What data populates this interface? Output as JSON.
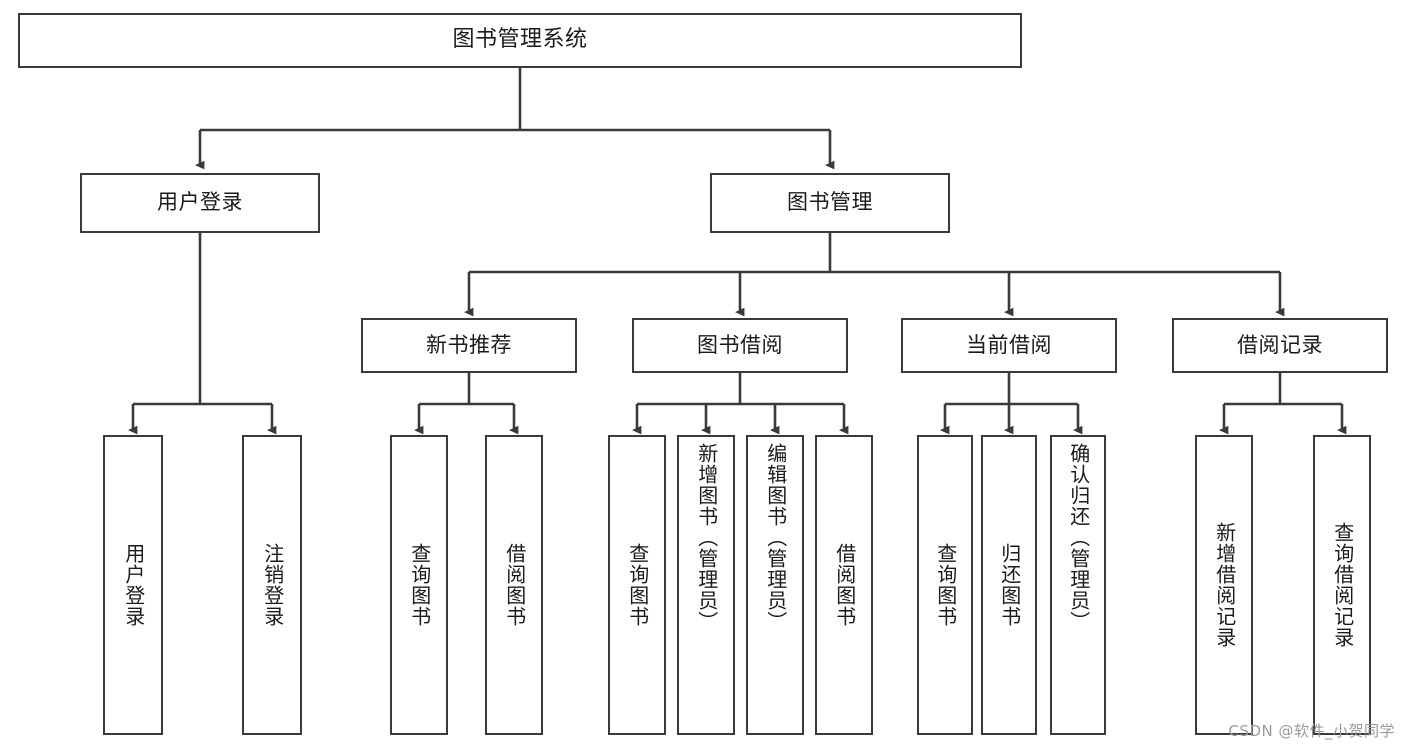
{
  "diagram": {
    "title": "图书管理系统",
    "type": "功能结构图",
    "line_color": "#3a3a3a",
    "box_fill": "#ffffff",
    "text_color": "#1b1b1b"
  },
  "nodes": {
    "root": {
      "label": "图书管理系统"
    },
    "level2": [
      {
        "label": "用户登录"
      },
      {
        "label": "图书管理"
      }
    ],
    "level3": [
      {
        "label": "新书推荐"
      },
      {
        "label": "图书借阅"
      },
      {
        "label": "当前借阅"
      },
      {
        "label": "借阅记录"
      }
    ],
    "leaves": {
      "user_login": [
        {
          "label": "用户登录"
        },
        {
          "label": "注销登录"
        }
      ],
      "new_book_recommend": [
        {
          "label": "查询图书"
        },
        {
          "label": "借阅图书"
        }
      ],
      "book_borrow": [
        {
          "label": "查询图书"
        },
        {
          "label": "新增图书（管理员）"
        },
        {
          "label": "编辑图书（管理员）"
        },
        {
          "label": "借阅图书"
        }
      ],
      "current_borrow": [
        {
          "label": "查询图书"
        },
        {
          "label": "归还图书"
        },
        {
          "label": "确认归还（管理员）"
        }
      ],
      "borrow_record": [
        {
          "label": "新增借阅记录"
        },
        {
          "label": "查询借阅记录"
        }
      ]
    }
  },
  "watermark": {
    "text": "CSDN @软件_小贺同学"
  },
  "chart_data": {
    "type": "tree",
    "title": "图书管理系统",
    "tree": {
      "name": "图书管理系统",
      "children": [
        {
          "name": "用户登录",
          "children": [
            {
              "name": "用户登录"
            },
            {
              "name": "注销登录"
            }
          ]
        },
        {
          "name": "图书管理",
          "children": [
            {
              "name": "新书推荐",
              "children": [
                {
                  "name": "查询图书"
                },
                {
                  "name": "借阅图书"
                }
              ]
            },
            {
              "name": "图书借阅",
              "children": [
                {
                  "name": "查询图书"
                },
                {
                  "name": "新增图书（管理员）"
                },
                {
                  "name": "编辑图书（管理员）"
                },
                {
                  "name": "借阅图书"
                }
              ]
            },
            {
              "name": "当前借阅",
              "children": [
                {
                  "name": "查询图书"
                },
                {
                  "name": "归还图书"
                },
                {
                  "name": "确认归还（管理员）"
                }
              ]
            },
            {
              "name": "借阅记录",
              "children": [
                {
                  "name": "新增借阅记录"
                },
                {
                  "name": "查询借阅记录"
                }
              ]
            }
          ]
        }
      ]
    }
  }
}
